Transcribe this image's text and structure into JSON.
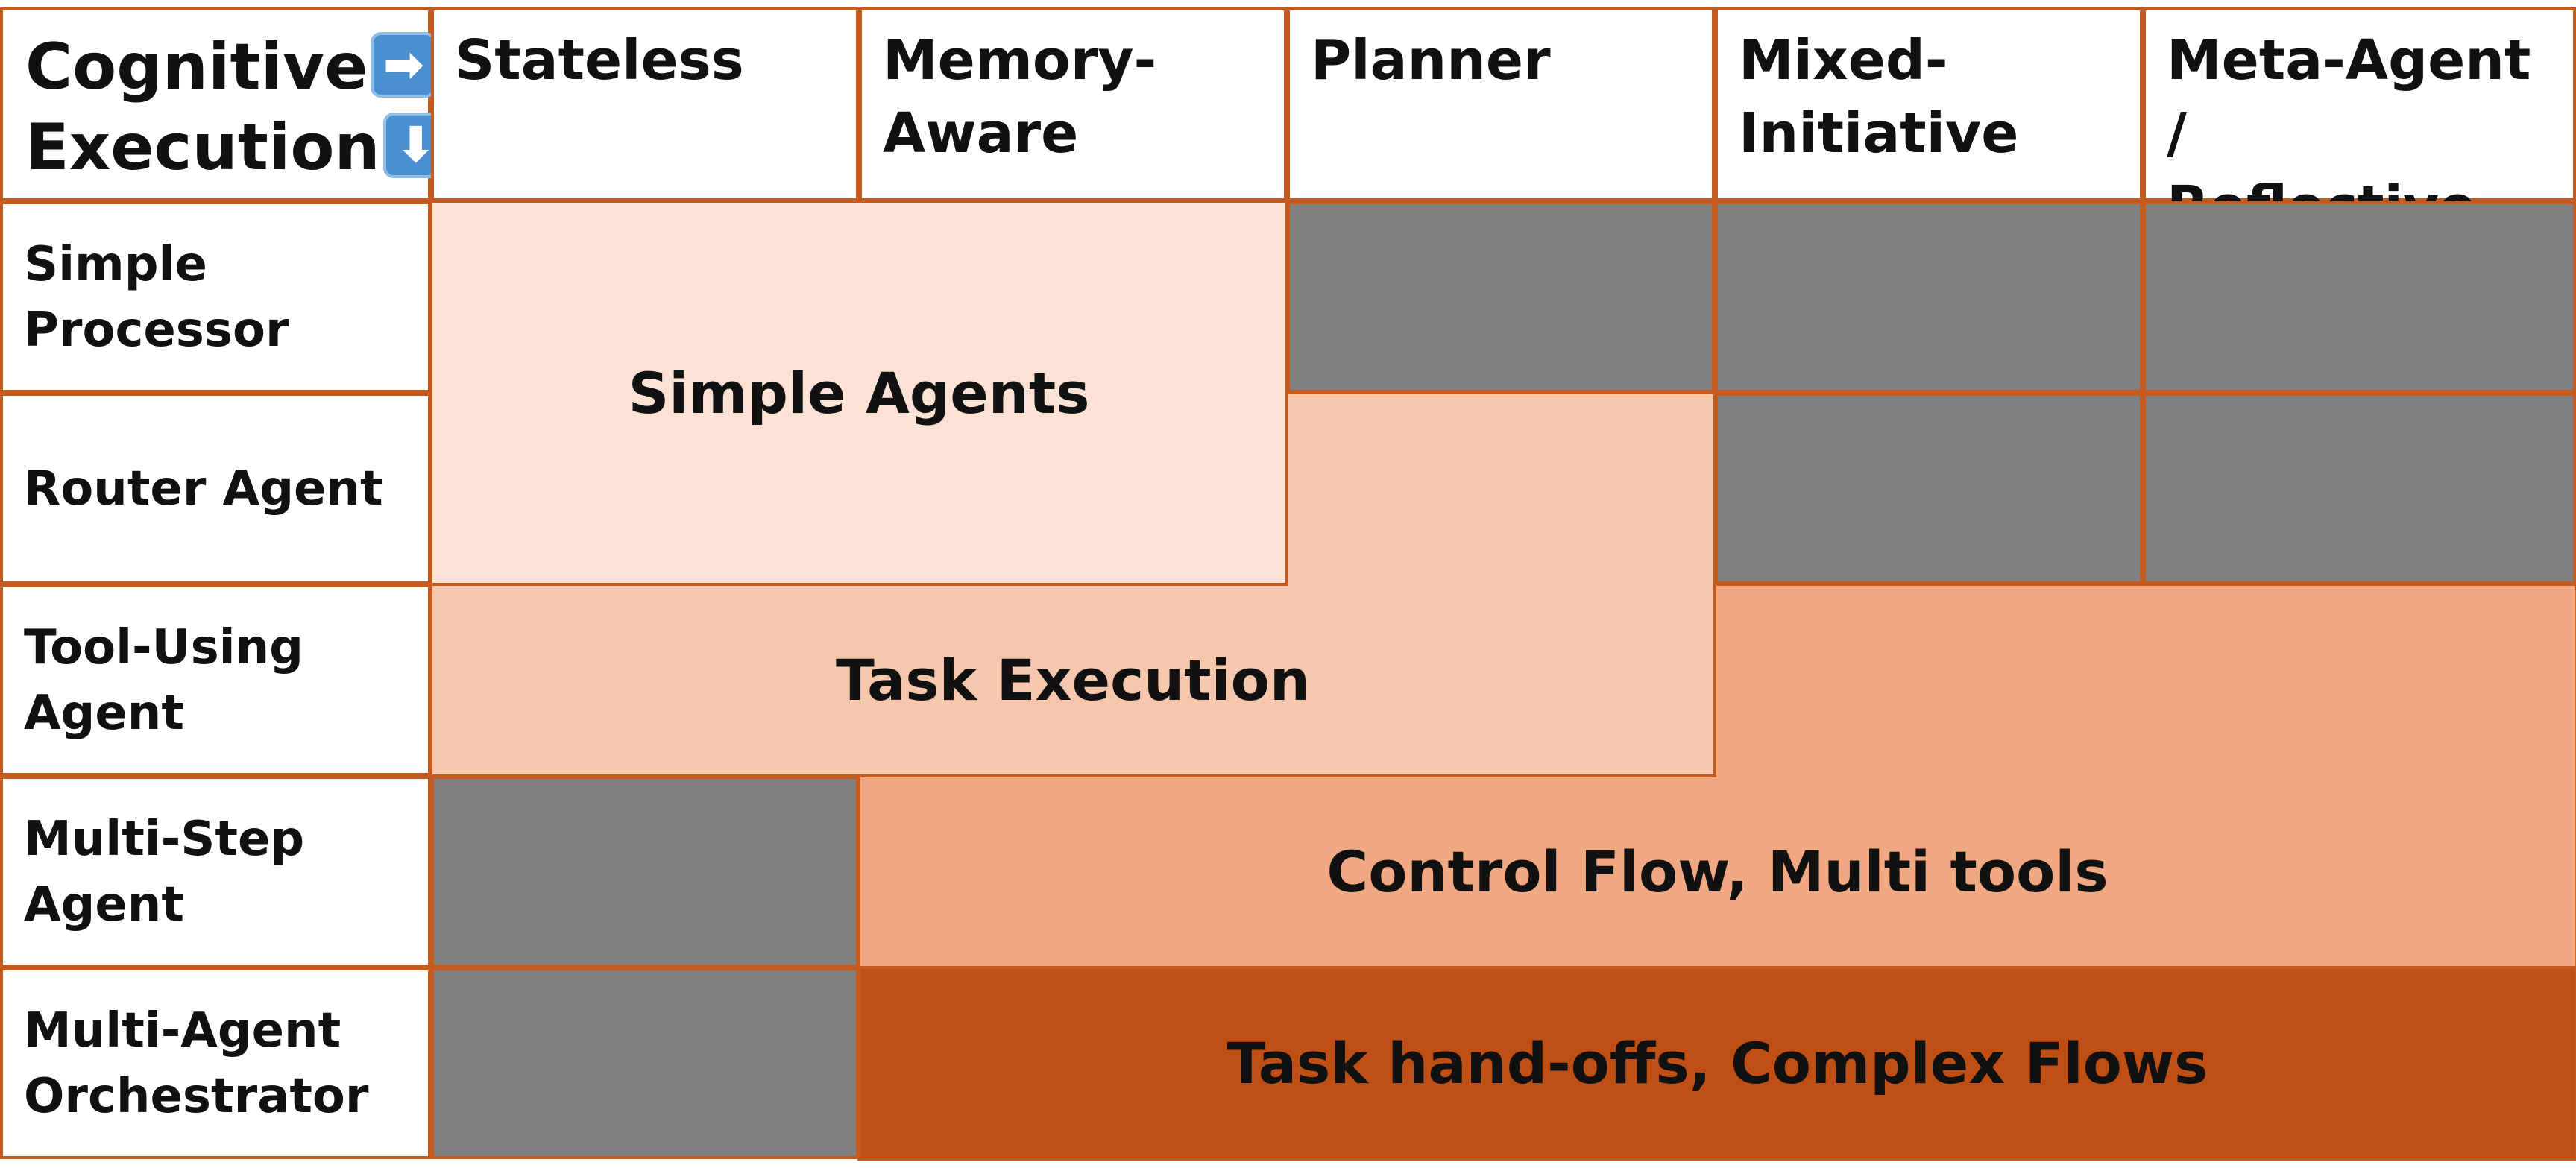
{
  "corner": {
    "cognitive": "Cognitive",
    "cognitive_arrow": "➡",
    "cognitive_arrow_icon": "right-arrow-icon",
    "execution": "Execution",
    "execution_arrow": "⬇",
    "execution_arrow_icon": "down-arrow-icon",
    "arrow_color": "#4a8fcf"
  },
  "columns": [
    {
      "id": "stateless",
      "label": "Stateless"
    },
    {
      "id": "memory-aware",
      "label": "Memory-\nAware"
    },
    {
      "id": "planner",
      "label": "Planner"
    },
    {
      "id": "mixed-initiative",
      "label": "Mixed-\nInitiative"
    },
    {
      "id": "meta-agent",
      "label": "Meta-Agent /\nReflective"
    }
  ],
  "rows": [
    {
      "id": "simple-processor",
      "label": "Simple\nProcessor"
    },
    {
      "id": "router-agent",
      "label": "Router Agent"
    },
    {
      "id": "tool-using-agent",
      "label": "Tool-Using\nAgent"
    },
    {
      "id": "multi-step-agent",
      "label": "Multi-Step\nAgent"
    },
    {
      "id": "multi-agent-orchestrator",
      "label": "Multi-Agent\nOrchestrator"
    }
  ],
  "bands": [
    {
      "id": "simple-agents",
      "label": "Simple Agents",
      "color": "#fbe2d5"
    },
    {
      "id": "task-execution",
      "label": "Task Execution",
      "color": "#f6c6ad"
    },
    {
      "id": "control-flow",
      "label": "Control Flow, Multi tools",
      "color": "#f1a983"
    },
    {
      "id": "task-handoffs",
      "label": "Task hand-offs, Complex Flows",
      "color": "#c04f15"
    }
  ],
  "colors": {
    "grid_line": "#c55a1e",
    "not_applicable": "#808080"
  }
}
